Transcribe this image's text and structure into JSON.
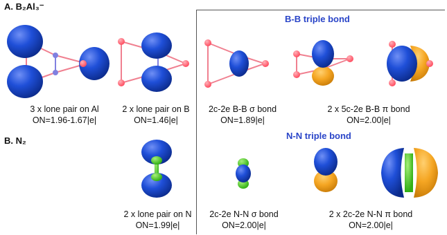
{
  "sections": {
    "a_label": "A. B₂Al₃⁻",
    "b_label": "B. N₂"
  },
  "headers": {
    "bb_triple": "B-B triple bond",
    "nn_triple": "N-N triple bond"
  },
  "panels": {
    "al_lone": {
      "line1": "3 x lone pair on Al",
      "line2": "ON=1.96-1.67|e|"
    },
    "b_lone": {
      "line1": "2 x lone pair on B",
      "line2": "ON=1.46|e|"
    },
    "bb_sigma": {
      "line1": "2c-2e B-B σ bond",
      "line2": "ON=1.89|e|"
    },
    "bb_pi": {
      "line1": "2 x 5c-2e B-B π bond",
      "line2": "ON=2.00|e|"
    },
    "n_lone": {
      "line1": "2 x lone pair on N",
      "line2": "ON=1.99|e|"
    },
    "nn_sigma": {
      "line1": "2c-2e N-N σ bond",
      "line2": "ON=2.00|e|"
    },
    "nn_pi": {
      "line1": "2 x 2c-2e N-N π bond",
      "line2": "ON=2.00|e|"
    }
  },
  "colors": {
    "lobe_blue": "#1f4fd8",
    "lobe_orange": "#f5a623",
    "al_atom": "#ff5c6e",
    "b_atom": "#8080e0",
    "n_atom": "#44cc22",
    "bond": "#f08090"
  }
}
